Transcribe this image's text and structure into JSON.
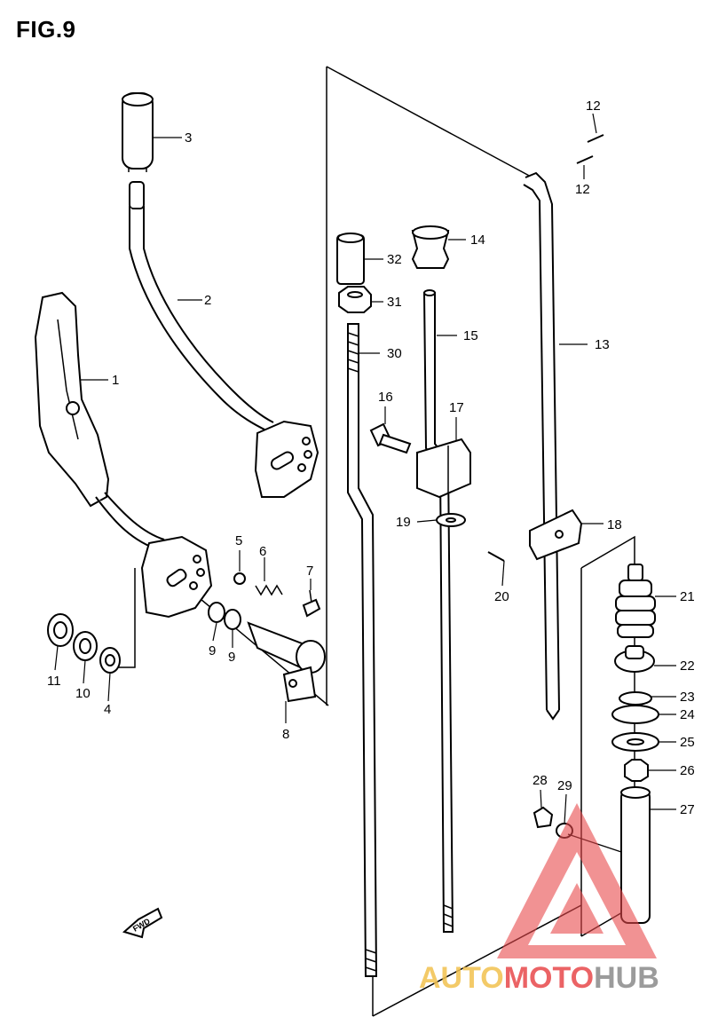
{
  "figure": {
    "title": "FIG.9"
  },
  "fwd_label": "FWD",
  "watermark": {
    "part1": "AUTO",
    "part2": "MOTO",
    "part3": "HUB",
    "colors": {
      "triangle": "#e8484b",
      "auto": "#f2c14e",
      "moto": "#e8484b",
      "hub": "#8a8a8a"
    }
  },
  "callouts": [
    "1",
    "2",
    "3",
    "4",
    "5",
    "6",
    "7",
    "8",
    "9",
    "9",
    "10",
    "11",
    "12",
    "12",
    "13",
    "14",
    "15",
    "16",
    "17",
    "18",
    "19",
    "20",
    "21",
    "22",
    "23",
    "24",
    "25",
    "26",
    "27",
    "28",
    "29",
    "30",
    "31",
    "32"
  ]
}
